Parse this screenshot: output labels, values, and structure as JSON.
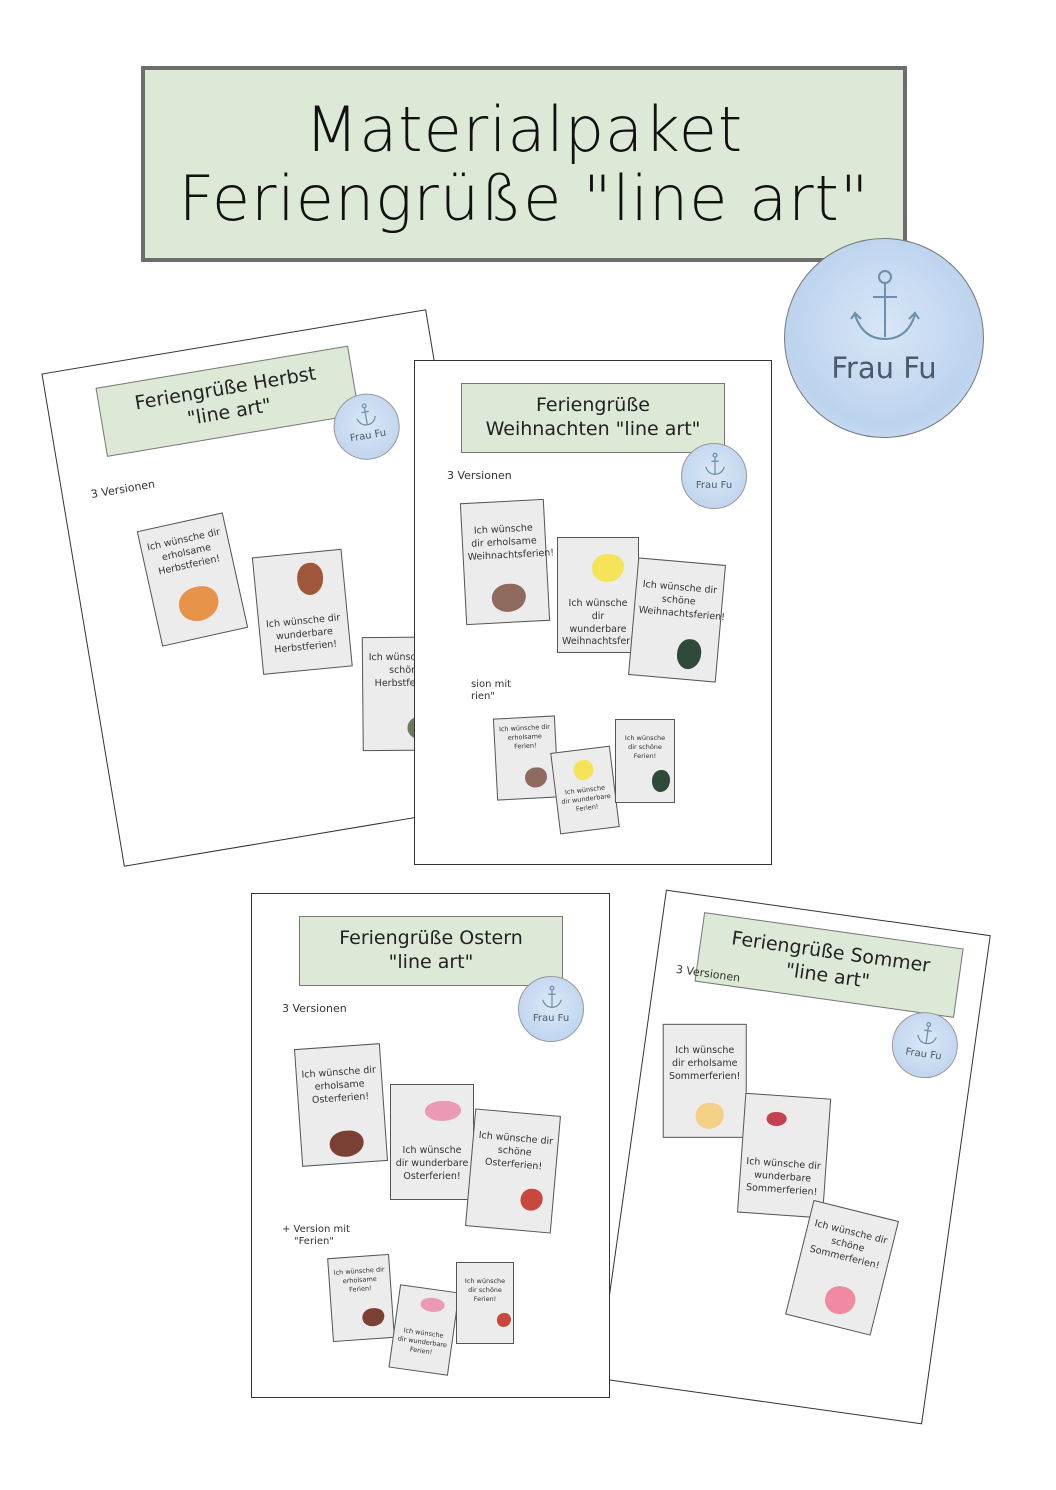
{
  "header": {
    "title_line1": "Materialpaket",
    "title_line2": "Feriengrüße \"line art\""
  },
  "logo": {
    "text": "Frau Fu",
    "icon": "anchor-icon"
  },
  "colors": {
    "title_bg": "#dbe9d6",
    "logo_bg": "#c1d6ef",
    "pumpkin": "#e8934a",
    "leaf_brown": "#a0563a",
    "leaf_green": "#6b7a5b",
    "deer_brown": "#8f6a5e",
    "star_yellow": "#f5e35a",
    "tree_green": "#2f4a38",
    "easter_brown": "#7a4132",
    "easter_pink": "#ea9ab5",
    "easter_red": "#c9483e",
    "summer_yellow": "#f4cf86",
    "summer_red": "#c54050",
    "summer_pink": "#f08aa0"
  },
  "sheets": {
    "herbst": {
      "title_line1": "Feriengrüße Herbst",
      "title_line2": "\"line art\"",
      "versions": "3 Versionen",
      "cards": [
        "Ich wünsche dir erholsame Herbstferien!",
        "Ich wünsche dir wunderbare Herbstferien!",
        "Ich wünsche dir schöne Herbstferien!"
      ]
    },
    "weihnachten": {
      "title_line1": "Feriengrüße",
      "title_line2": "Weihnachten \"line art\"",
      "versions": "3 Versionen",
      "extra_line1": "sion mit",
      "extra_line2": "rien\"",
      "cards": [
        "Ich wünsche dir erholsame Weihnachtsferien!",
        "Ich wünsche dir wunderbare Weihnachtsferien!",
        "Ich wünsche dir schöne Weihnachtsferien!"
      ],
      "mini_cards": [
        "Ich wünsche dir erholsame Ferien!",
        "Ich wünsche dir wunderbare Ferien!",
        "Ich wünsche dir schöne Ferien!"
      ]
    },
    "ostern": {
      "title_line1": "Feriengrüße Ostern",
      "title_line2": "\"line art\"",
      "versions": "3 Versionen",
      "extra_line1": "+ Version mit",
      "extra_line2": "\"Ferien\"",
      "cards": [
        "Ich wünsche dir erholsame Osterferien!",
        "Ich wünsche dir wunderbare Osterferien!",
        "Ich wünsche dir schöne Osterferien!"
      ],
      "mini_cards": [
        "Ich wünsche dir erholsame Ferien!",
        "Ich wünsche dir wunderbare Ferien!",
        "Ich wünsche dir schöne Ferien!"
      ]
    },
    "sommer": {
      "title_line1": "Feriengrüße Sommer",
      "title_line2": "\"line art\"",
      "versions": "3 Versionen",
      "cards": [
        "Ich wünsche dir erholsame Sommerferien!",
        "Ich wünsche dir wunderbare Sommerferien!",
        "Ich wünsche dir schöne Sommerferien!"
      ]
    }
  }
}
